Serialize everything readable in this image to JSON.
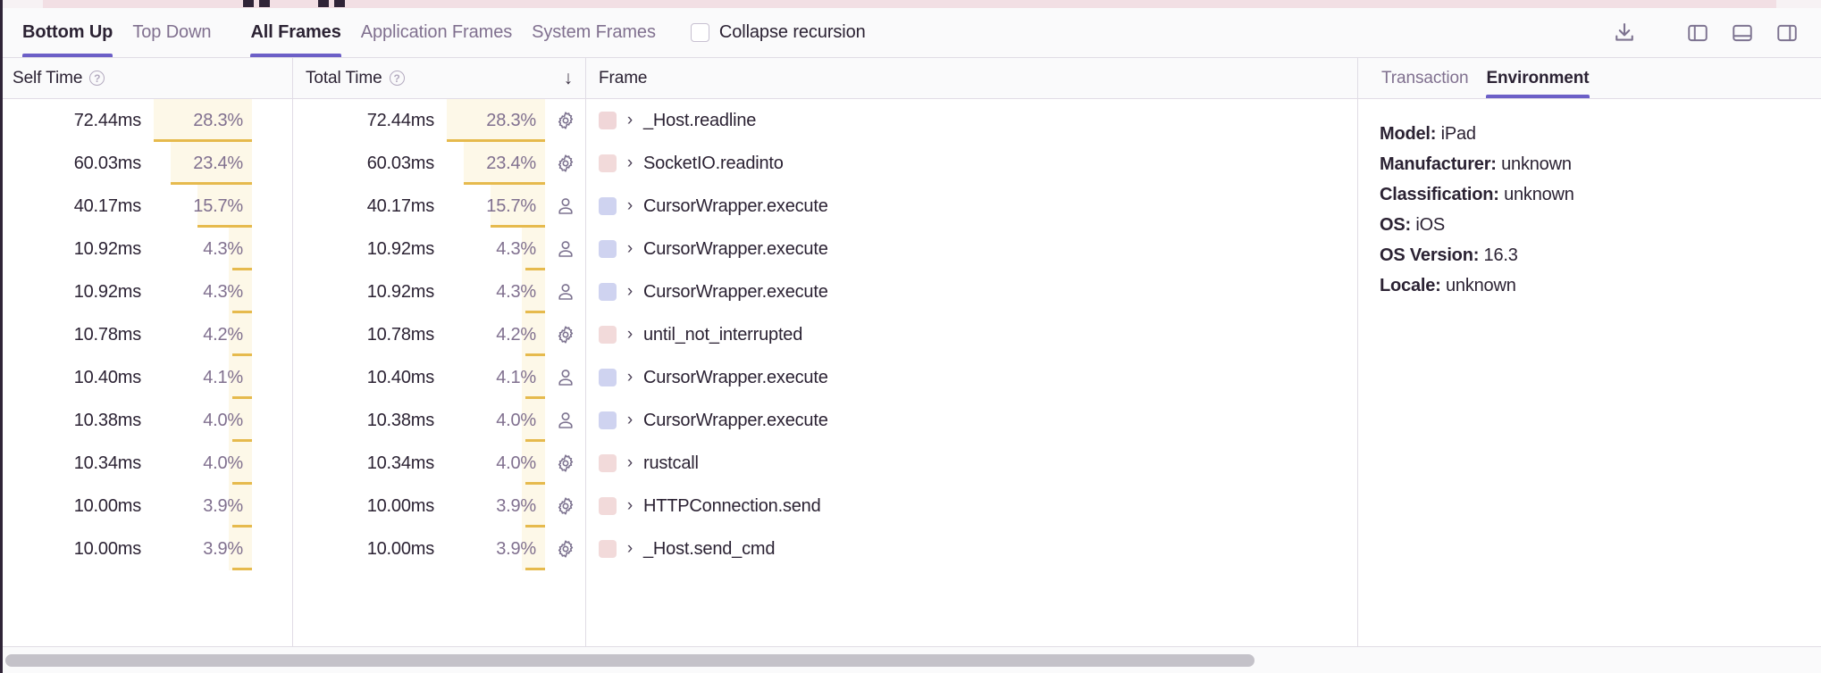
{
  "toolbar": {
    "tabs_view": [
      {
        "label": "Bottom Up",
        "active": true
      },
      {
        "label": "Top Down",
        "active": false
      }
    ],
    "tabs_frames": [
      {
        "label": "All Frames",
        "active": true
      },
      {
        "label": "Application Frames",
        "active": false
      },
      {
        "label": "System Frames",
        "active": false
      }
    ],
    "collapse_recursion_label": "Collapse recursion",
    "collapse_recursion_checked": false,
    "actions": [
      {
        "name": "download-icon",
        "title": "Export profile"
      },
      {
        "name": "panel-left-icon",
        "title": "Dock left"
      },
      {
        "name": "panel-bottom-icon",
        "title": "Dock bottom"
      },
      {
        "name": "panel-right-icon",
        "title": "Dock right"
      }
    ]
  },
  "table": {
    "columns": [
      {
        "key": "self_time",
        "label": "Self Time",
        "help": "?",
        "sorted": false
      },
      {
        "key": "total_time",
        "label": "Total Time",
        "help": "?",
        "sorted": true,
        "sort_dir": "↓"
      },
      {
        "key": "frame",
        "label": "Frame"
      }
    ],
    "rows": [
      {
        "self_time": "72.44ms",
        "self_pct": "28.3%",
        "self_pct_value": 28.3,
        "total_time": "72.44ms",
        "total_pct": "28.3%",
        "total_pct_value": 28.3,
        "icon": "gear-icon",
        "swatch": "#f0d6d8",
        "chevron": "›",
        "frame": "_Host.readline"
      },
      {
        "self_time": "60.03ms",
        "self_pct": "23.4%",
        "self_pct_value": 23.4,
        "total_time": "60.03ms",
        "total_pct": "23.4%",
        "total_pct_value": 23.4,
        "icon": "gear-icon",
        "swatch": "#f2dada",
        "chevron": "›",
        "frame": "SocketIO.readinto"
      },
      {
        "self_time": "40.17ms",
        "self_pct": "15.7%",
        "self_pct_value": 15.7,
        "total_time": "40.17ms",
        "total_pct": "15.7%",
        "total_pct_value": 15.7,
        "icon": "person-icon",
        "swatch": "#cfd3f0",
        "chevron": "›",
        "frame": "CursorWrapper.execute"
      },
      {
        "self_time": "10.92ms",
        "self_pct": "4.3%",
        "self_pct_value": 4.3,
        "total_time": "10.92ms",
        "total_pct": "4.3%",
        "total_pct_value": 4.3,
        "icon": "person-icon",
        "swatch": "#cfd3f0",
        "chevron": "›",
        "frame": "CursorWrapper.execute"
      },
      {
        "self_time": "10.92ms",
        "self_pct": "4.3%",
        "self_pct_value": 4.3,
        "total_time": "10.92ms",
        "total_pct": "4.3%",
        "total_pct_value": 4.3,
        "icon": "person-icon",
        "swatch": "#cfd3f0",
        "chevron": "›",
        "frame": "CursorWrapper.execute"
      },
      {
        "self_time": "10.78ms",
        "self_pct": "4.2%",
        "self_pct_value": 4.2,
        "total_time": "10.78ms",
        "total_pct": "4.2%",
        "total_pct_value": 4.2,
        "icon": "gear-icon",
        "swatch": "#f2dada",
        "chevron": "›",
        "frame": "until_not_interrupted"
      },
      {
        "self_time": "10.40ms",
        "self_pct": "4.1%",
        "self_pct_value": 4.1,
        "total_time": "10.40ms",
        "total_pct": "4.1%",
        "total_pct_value": 4.1,
        "icon": "person-icon",
        "swatch": "#cfd3f0",
        "chevron": "›",
        "frame": "CursorWrapper.execute"
      },
      {
        "self_time": "10.38ms",
        "self_pct": "4.0%",
        "self_pct_value": 4.0,
        "total_time": "10.38ms",
        "total_pct": "4.0%",
        "total_pct_value": 4.0,
        "icon": "person-icon",
        "swatch": "#cfd3f0",
        "chevron": "›",
        "frame": "CursorWrapper.execute"
      },
      {
        "self_time": "10.34ms",
        "self_pct": "4.0%",
        "self_pct_value": 4.0,
        "total_time": "10.34ms",
        "total_pct": "4.0%",
        "total_pct_value": 4.0,
        "icon": "gear-icon",
        "swatch": "#f2dada",
        "chevron": "›",
        "frame": "rustcall"
      },
      {
        "self_time": "10.00ms",
        "self_pct": "3.9%",
        "self_pct_value": 3.9,
        "total_time": "10.00ms",
        "total_pct": "3.9%",
        "total_pct_value": 3.9,
        "icon": "gear-icon",
        "swatch": "#f2dada",
        "chevron": "›",
        "frame": "HTTPConnection.send"
      },
      {
        "self_time": "10.00ms",
        "self_pct": "3.9%",
        "self_pct_value": 3.9,
        "total_time": "10.00ms",
        "total_pct": "3.9%",
        "total_pct_value": 3.9,
        "icon": "gear-icon",
        "swatch": "#f2dada",
        "chevron": "›",
        "frame": "_Host.send_cmd"
      }
    ]
  },
  "details": {
    "tabs": [
      {
        "label": "Transaction",
        "active": false
      },
      {
        "label": "Environment",
        "active": true
      }
    ],
    "fields": [
      {
        "key": "Model:",
        "value": "iPad"
      },
      {
        "key": "Manufacturer:",
        "value": "unknown"
      },
      {
        "key": "Classification:",
        "value": "unknown"
      },
      {
        "key": "OS:",
        "value": "iOS"
      },
      {
        "key": "OS Version:",
        "value": "16.3"
      },
      {
        "key": "Locale:",
        "value": "unknown"
      }
    ]
  },
  "scrollbar": {
    "thumb_pct": 69
  },
  "colors": {
    "accent": "#6c5fc7",
    "highlight_bg": "#fdf8e8",
    "highlight_bar": "#e6ba4d",
    "system_frame": "#f2dada",
    "app_frame": "#cfd3f0",
    "text": "#2b2233",
    "muted": "#80708f"
  }
}
